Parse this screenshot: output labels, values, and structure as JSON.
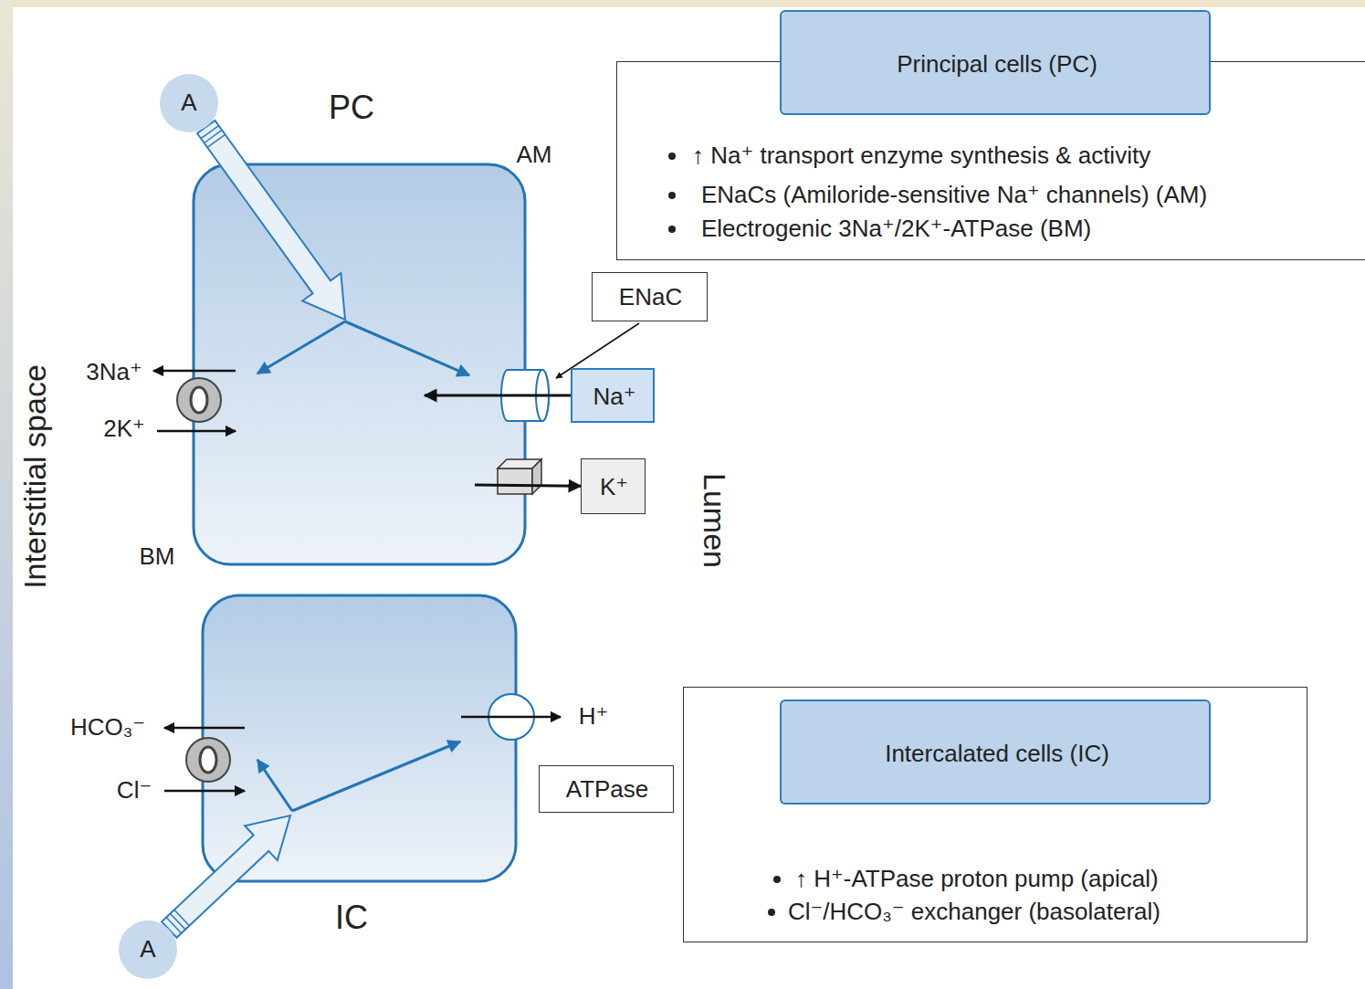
{
  "diagram": {
    "nodes": [
      {
        "text": [
          "A"
        ]
      },
      {
        "text": [
          "PC"
        ]
      },
      {
        "text": [
          "↑ Na⁺ transport enzyme synthesis & activity",
          "ENaCs (Amiloride-sensitive Na⁺ channels) (AM)",
          "Electrogenic 3Na⁺/2K⁺-ATPase (BM)"
        ]
      },
      {
        "text": [
          "Principal cells (PC)"
        ],
        "in": 2
      },
      {
        "text": [
          "ENaC"
        ]
      },
      {
        "text": [
          "Na⁺"
        ]
      },
      {
        "text": [
          "K⁺"
        ]
      },
      {
        "text": [
          "IC"
        ]
      },
      {
        "text": [
          "ATPase"
        ]
      },
      {
        "text": [
          "↑ H⁺-ATPase proton pump (apical)",
          "Cl⁻/HCO₃⁻ exchanger (basolateral)"
        ]
      },
      {
        "text": [
          "Intercalated cells (IC)"
        ],
        "in": 9
      },
      {
        "text": [
          "A"
        ]
      }
    ],
    "edges": [
      {
        "from": 0,
        "to": 1,
        "arrow": "to"
      },
      {
        "from": 5,
        "to": 1,
        "arrow": "to"
      },
      {
        "from": 1,
        "to": 6,
        "arrow": "to"
      },
      {
        "from": 11,
        "to": 7,
        "arrow": "to"
      }
    ],
    "labels": [
      "AM",
      "BM",
      "3Na⁺",
      "2K⁺",
      "HCO₃⁻",
      "Cl⁻",
      "H⁺",
      "Interstitial space",
      "Lumen"
    ]
  }
}
